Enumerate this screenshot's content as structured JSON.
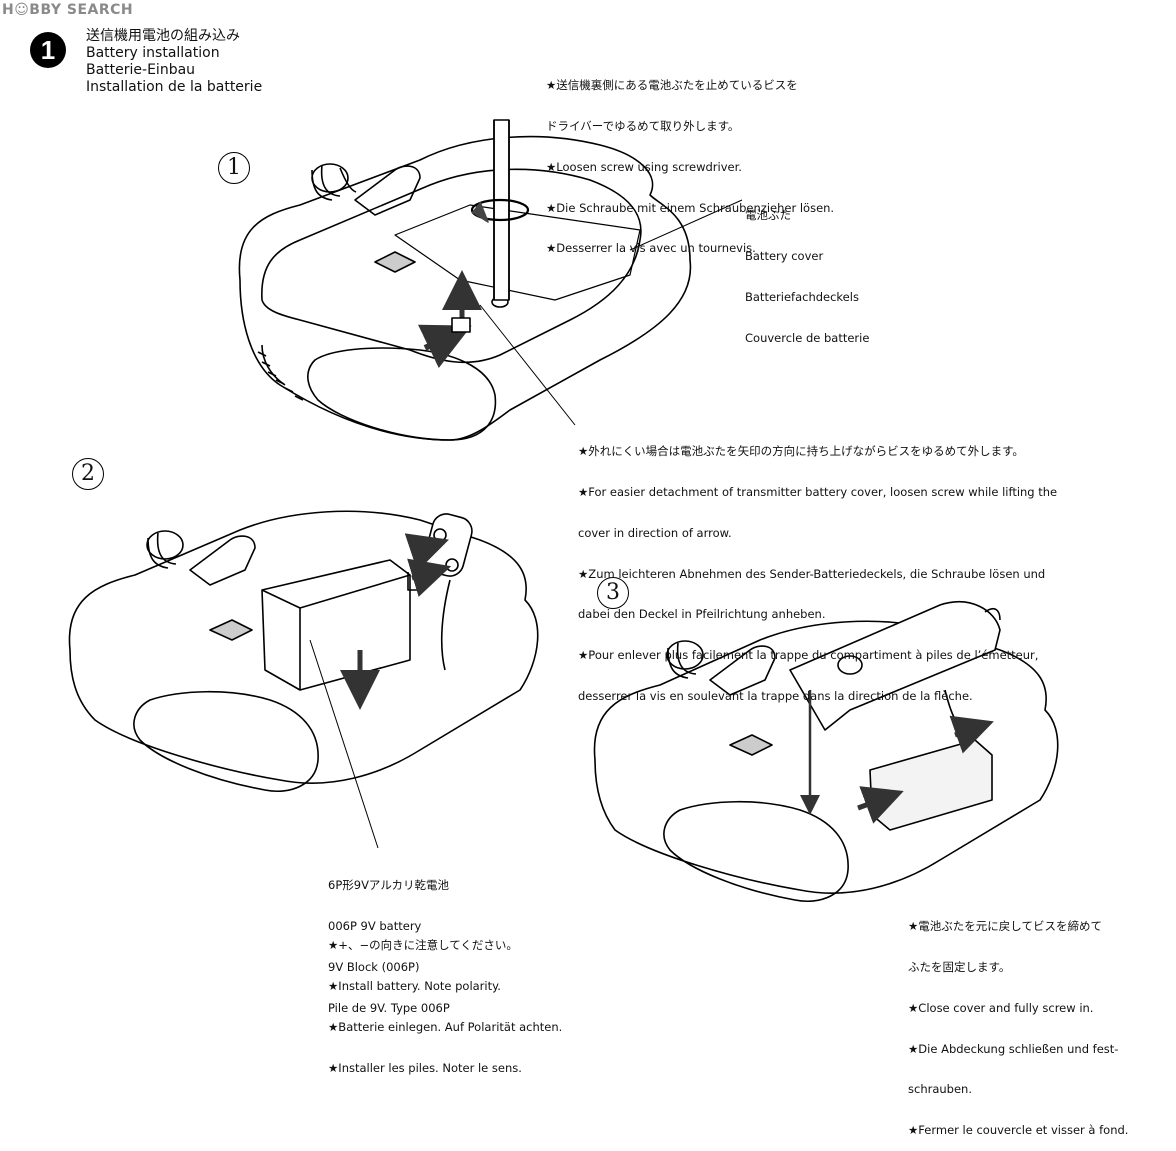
{
  "watermark": "H☺BBY SEARCH",
  "section": {
    "number": "1",
    "title_jp": "送信機用電池の組み込み",
    "title_en": "Battery installation",
    "title_de": "Batterie-Einbau",
    "title_fr": "Installation de la batterie"
  },
  "steps": [
    {
      "label": "1"
    },
    {
      "label": "2"
    },
    {
      "label": "3"
    }
  ],
  "notes": {
    "screw": [
      "★送信機裏側にある電池ぶたを止めているビスを",
      "ドライバーでゆるめて取り外します。",
      "★Loosen screw using screwdriver.",
      "★Die Schraube mit einem Schraubenzieher lösen.",
      "★Desserrer la vis avec un tournevis."
    ],
    "cover": [
      "電池ぶた",
      "Battery cover",
      "Batteriefachdeckels",
      "Couvercle de batterie"
    ],
    "detach": [
      "★外れにくい場合は電池ぶたを矢印の方向に持ち上げながらビスをゆるめて外します。",
      "★For easier detachment of transmitter battery cover, loosen screw while lifting the",
      "cover in direction of arrow.",
      "★Zum leichteren Abnehmen des Sender-Batteriedeckels, die Schraube lösen und",
      "dabei den Deckel in Pfeilrichtung anheben.",
      "★Pour enlever plus facilement la trappe du compartiment à piles de l’émetteur,",
      "desserrer la vis en soulevant la trappe dans la direction de la flèche."
    ],
    "battery": [
      "6P形9Vアルカリ乾電池",
      "006P 9V battery",
      "9V Block (006P)",
      "Pile de 9V. Type 006P"
    ],
    "polarity": [
      "★+、−の向きに注意してください。",
      "★Install battery. Note polarity.",
      "★Batterie einlegen. Auf Polarität achten.",
      "★Installer les piles. Noter le sens."
    ],
    "close": [
      "★電池ぶたを元に戻してビスを締めて",
      "ふたを固定します。",
      "★Close cover and fully screw in.",
      "★Die Abdeckung schließen und fest-",
      "schrauben.",
      "★Fermer le couvercle et visser à fond."
    ]
  }
}
